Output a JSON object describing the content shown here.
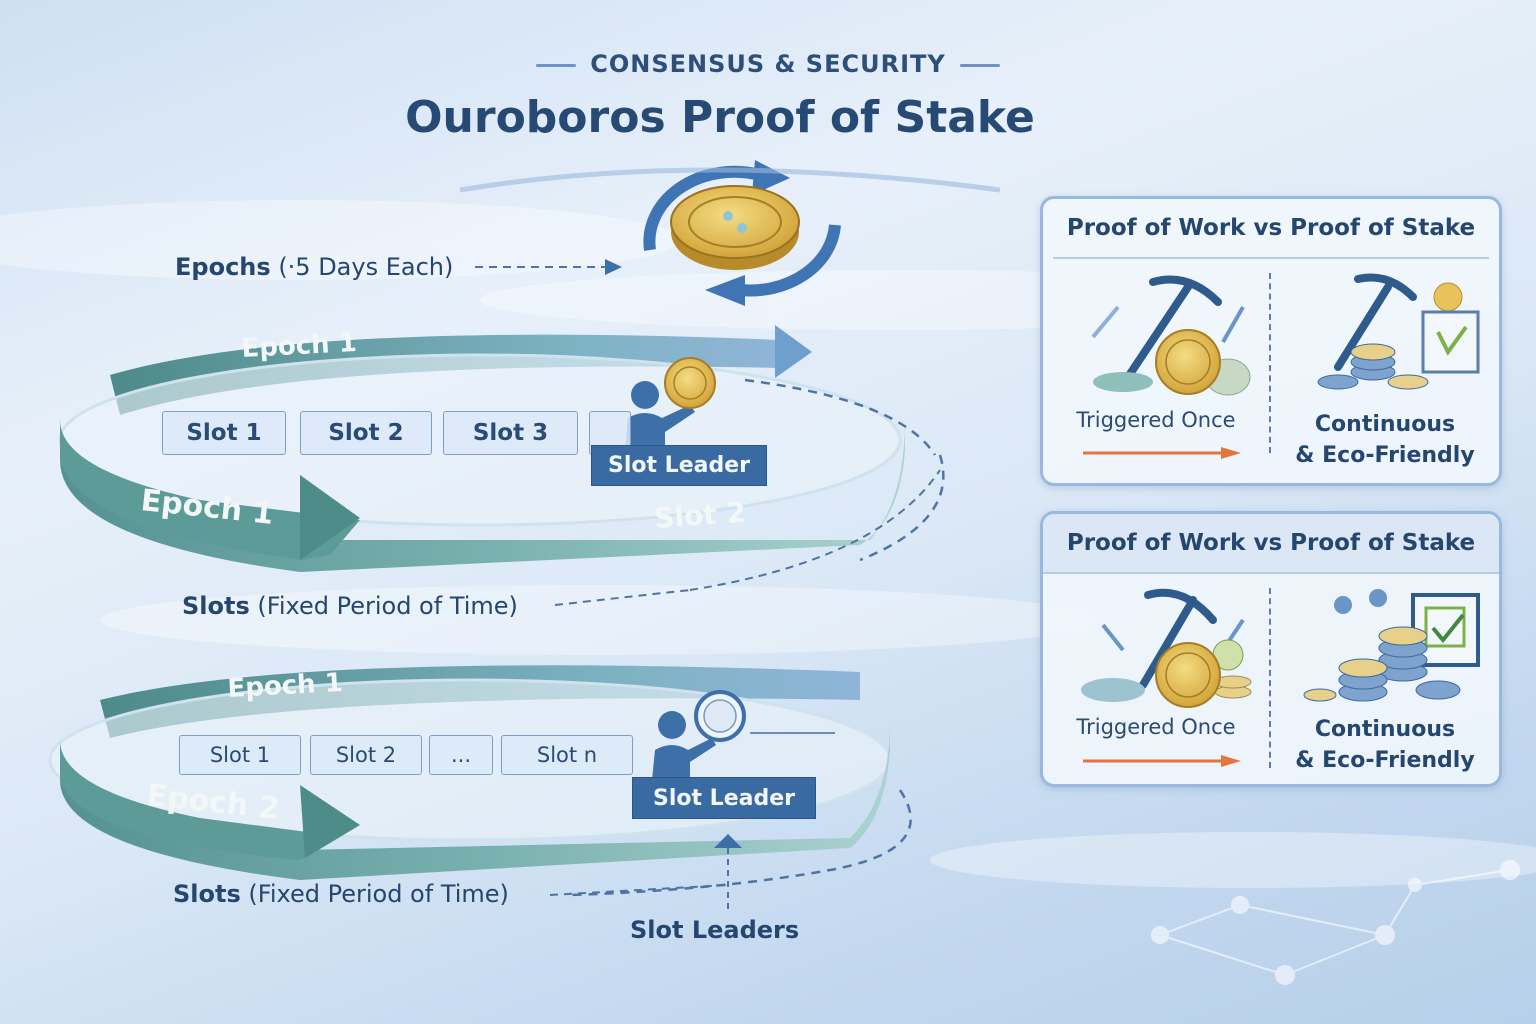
{
  "header": {
    "kicker": "CONSENSUS & SECURITY",
    "title": "Ouroboros Proof of Stake"
  },
  "callouts": {
    "epochs_bold": "Epochs",
    "epochs_paren": "(·5 Days Each)",
    "slots_bold": "Slots",
    "slots_paren": "(Fixed Period of Time)",
    "slot_leaders": "Slot Leaders"
  },
  "ring_top": {
    "band_upper_label": "Epoch 1",
    "band_lower_label": "Epoch 1",
    "band_right_label": "Slot 2",
    "slots": [
      "Slot 1",
      "Slot 2",
      "Slot 3",
      ""
    ],
    "leader_label": "Slot Leader"
  },
  "ring_bottom": {
    "band_upper_label": "Epoch 1",
    "band_lower_label": "Epoch 2",
    "slots": [
      "Slot 1",
      "Slot 2",
      "...",
      "Slot n"
    ],
    "leader_label": "Slot Leader"
  },
  "panels": [
    {
      "title": "Proof of Work vs Proof of Stake",
      "pow_label": "Triggered Once",
      "pos_label_line1": "Continuous",
      "pos_label_line2": "& Eco-Friendly"
    },
    {
      "title": "Proof of Work vs Proof of Stake",
      "pow_label": "Triggered Once",
      "pos_label_line1": "Continuous",
      "pos_label_line2": "& Eco-Friendly"
    }
  ],
  "colors": {
    "title": "#264a73",
    "band": "#5f9c9a",
    "band_light": "#9ccbc8",
    "cycle_arrow": "#3f74b5",
    "coin": "#e2b94a",
    "leader_tag": "#3a6aa2",
    "orange_arrow": "#e0773d"
  }
}
